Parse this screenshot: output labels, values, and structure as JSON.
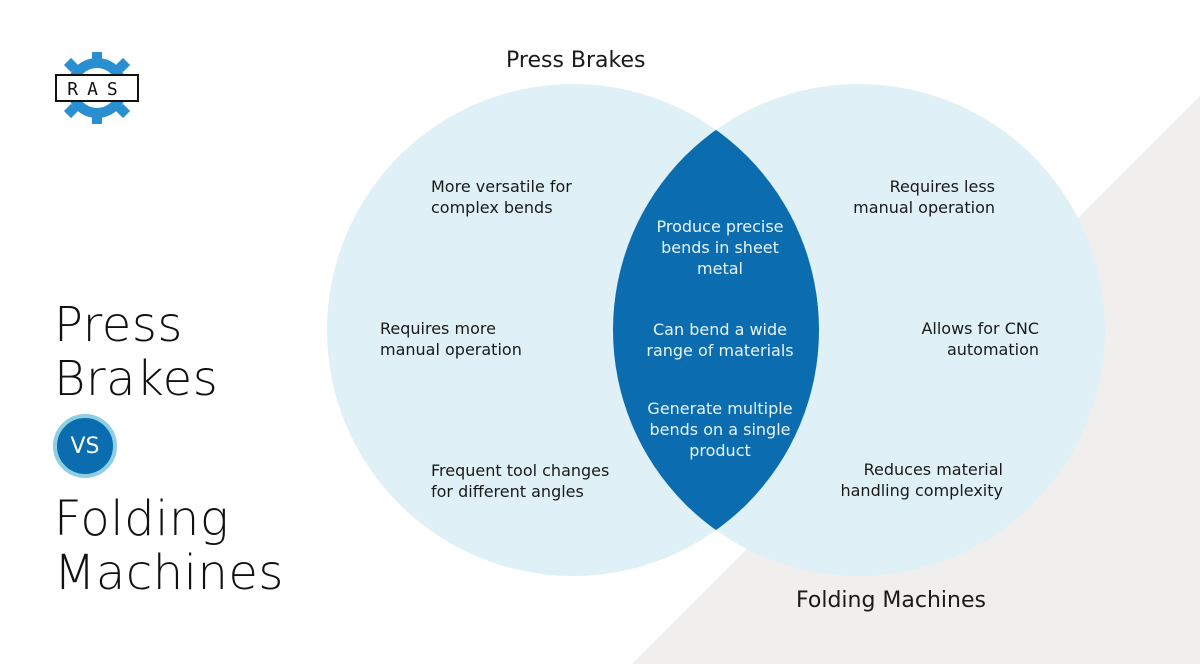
{
  "logo": {
    "text": "RAS"
  },
  "headline": {
    "top_lines": [
      "Press",
      "Brakes"
    ],
    "vs": "VS",
    "bottom_lines": [
      "Folding",
      "Machines"
    ]
  },
  "venn": {
    "left_title": "Press Brakes",
    "right_title": "Folding Machines",
    "left_items": [
      [
        "More versatile for",
        "complex bends"
      ],
      [
        "Requires more",
        "manual operation"
      ],
      [
        "Frequent tool changes",
        "for different angles"
      ]
    ],
    "shared_items": [
      [
        "Produce precise",
        "bends in sheet",
        "metal"
      ],
      [
        "Can bend a wide",
        "range of materials"
      ],
      [
        "Generate multiple",
        "bends on a single",
        "product"
      ]
    ],
    "right_items": [
      [
        "Requires less",
        "manual operation"
      ],
      [
        "Allows for CNC",
        "automation"
      ],
      [
        "Reduces material",
        "handling complexity"
      ]
    ]
  },
  "colors": {
    "circle_fill": "#dff0f6",
    "overlap_fill": "#0b6db0",
    "background_triangle": "#f0efed",
    "vs_ring": "#8fcfe2"
  }
}
